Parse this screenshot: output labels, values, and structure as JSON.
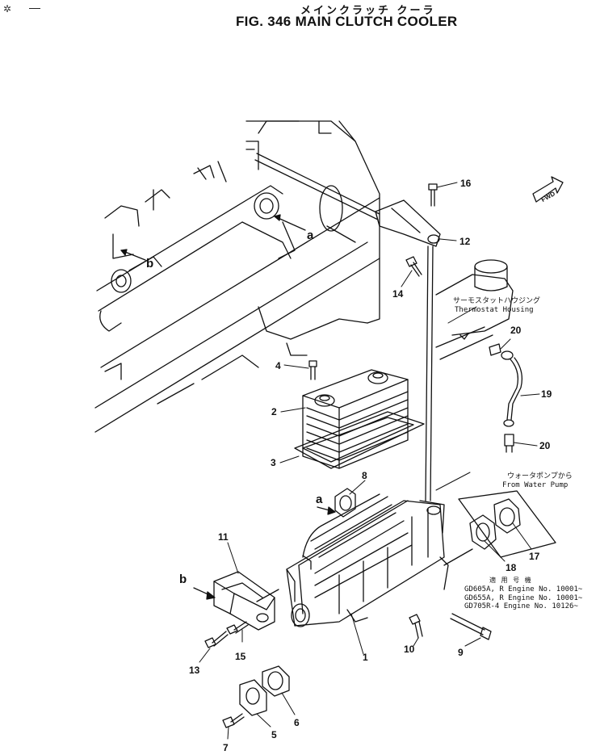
{
  "header": {
    "title_jp": "メインクラッチ クーラ",
    "title_en": "FIG. 346  MAIN CLUTCH COOLER"
  },
  "callouts": {
    "p1": "1",
    "p2": "2",
    "p3": "3",
    "p4": "4",
    "p5": "5",
    "p6": "6",
    "p7": "7",
    "p8": "8",
    "p9": "9",
    "p10": "10",
    "p11": "11",
    "p12": "12",
    "p13": "13",
    "p14": "14",
    "p15": "15",
    "p16": "16",
    "p17": "17",
    "p18": "18",
    "p19": "19",
    "p20a": "20",
    "p20b": "20",
    "ref_a1": "a",
    "ref_b1": "b",
    "ref_a2": "a",
    "ref_b2": "b"
  },
  "notes": {
    "thermostat_jp": "サーモスタットハウジング",
    "thermostat_en": "Thermostat  Housing",
    "pump_jp": "ウォータポンプから",
    "pump_en": "From  Water  Pump",
    "fwd": "FWD"
  },
  "serial_table": {
    "heading": "適 用 号 機",
    "rows": [
      "GD605A, R  Engine  No.  10001~",
      "GD655A, R  Engine  No.  10001~",
      "GD705R-4  Engine  No.  10126~"
    ]
  }
}
